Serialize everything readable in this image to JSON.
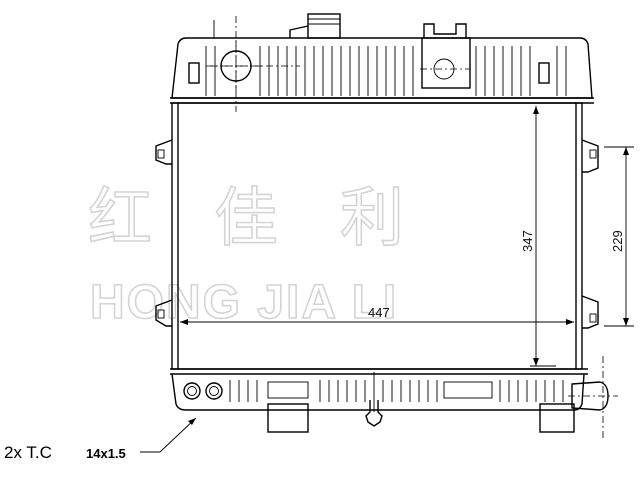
{
  "watermark": {
    "chinese": "红佳利",
    "latin": "HONG JIA LI"
  },
  "dimensions": {
    "core_width": "447",
    "core_height": "347",
    "bracket_spacing": "229"
  },
  "callout": {
    "prefix": "2x T.C",
    "size": "14x1.5"
  }
}
